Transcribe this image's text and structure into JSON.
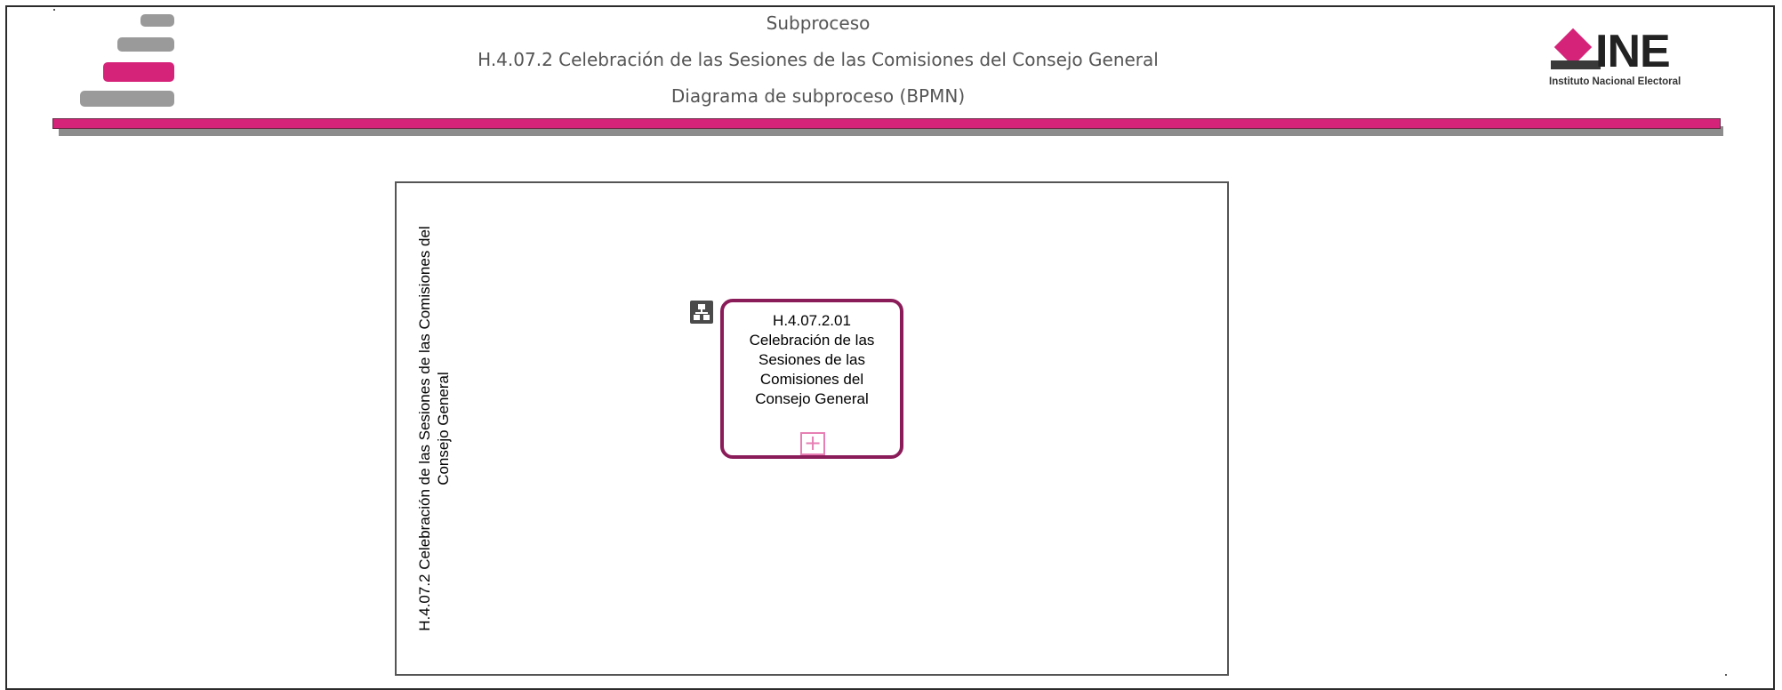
{
  "header": {
    "line1": "Subproceso",
    "line2": "H.4.07.2 Celebración de las Sesiones de las Comisiones del Consejo General",
    "line3": "Diagrama de subproceso (BPMN)"
  },
  "logo_right": {
    "word": "INE",
    "subtitle": "Instituto Nacional Electoral"
  },
  "pool": {
    "label": "H.4.07.2 Celebración de las Sesiones de las Comisiones del Consejo General"
  },
  "task": {
    "code": "H.4.07.2.01",
    "name": "Celebración de las Sesiones de las Comisiones del Consejo General",
    "marker_icon": "hierarchy-icon",
    "expand_icon": "plus-box-icon"
  },
  "colors": {
    "brand_pink": "#d6237a",
    "task_border": "#8b1c5a",
    "logo_gray": "#9a9a9a"
  }
}
